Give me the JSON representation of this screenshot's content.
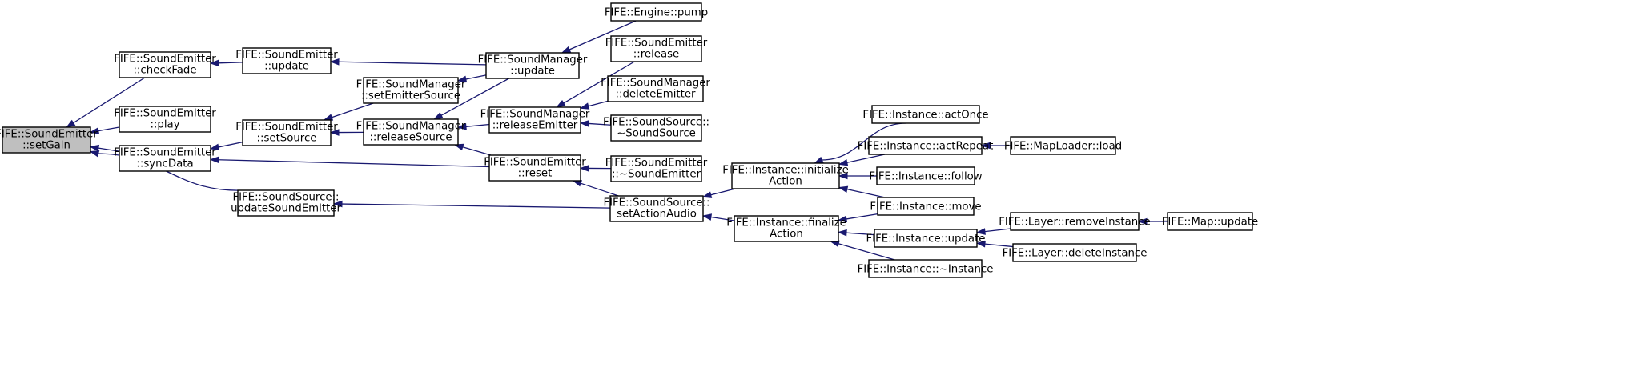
{
  "colors": {
    "node_fill": "#ffffff",
    "focus_fill": "#bfbfbf",
    "border": "#000000",
    "edge": "#191970"
  },
  "nodes": [
    {
      "id": "setGain",
      "lines": [
        "FIFE::SoundEmitter",
        "::setGain"
      ],
      "focus": true
    },
    {
      "id": "checkFade",
      "lines": [
        "FIFE::SoundEmitter",
        "::checkFade"
      ]
    },
    {
      "id": "play",
      "lines": [
        "FIFE::SoundEmitter",
        "::play"
      ]
    },
    {
      "id": "syncData",
      "lines": [
        "FIFE::SoundEmitter",
        "::syncData"
      ]
    },
    {
      "id": "updateSoundEmitter",
      "lines": [
        "FIFE::SoundSource::",
        "updateSoundEmitter"
      ]
    },
    {
      "id": "emitterUpdate",
      "lines": [
        "FIFE::SoundEmitter",
        "::update"
      ]
    },
    {
      "id": "setSource",
      "lines": [
        "FIFE::SoundEmitter",
        "::setSource"
      ]
    },
    {
      "id": "setEmitterSource",
      "lines": [
        "FIFE::SoundManager",
        "::setEmitterSource"
      ]
    },
    {
      "id": "releaseSource",
      "lines": [
        "FIFE::SoundManager",
        "::releaseSource"
      ]
    },
    {
      "id": "managerUpdate",
      "lines": [
        "FIFE::SoundManager",
        "::update"
      ]
    },
    {
      "id": "releaseEmitter",
      "lines": [
        "FIFE::SoundManager",
        "::releaseEmitter"
      ]
    },
    {
      "id": "reset",
      "lines": [
        "FIFE::SoundEmitter",
        "::reset"
      ]
    },
    {
      "id": "setActionAudio",
      "lines": [
        "FIFE::SoundSource::",
        "setActionAudio"
      ]
    },
    {
      "id": "enginePump",
      "lines": [
        "FIFE::Engine::pump"
      ]
    },
    {
      "id": "emitterRelease",
      "lines": [
        "FIFE::SoundEmitter",
        "::release"
      ]
    },
    {
      "id": "deleteEmitter",
      "lines": [
        "FIFE::SoundManager",
        "::deleteEmitter"
      ]
    },
    {
      "id": "sourceDtor",
      "lines": [
        "FIFE::SoundSource::",
        "~SoundSource"
      ]
    },
    {
      "id": "emitterDtor",
      "lines": [
        "FIFE::SoundEmitter",
        "::~SoundEmitter"
      ]
    },
    {
      "id": "initializeAction",
      "lines": [
        "FIFE::Instance::initialize",
        "Action"
      ]
    },
    {
      "id": "finalizeAction",
      "lines": [
        "FIFE::Instance::finalize",
        "Action"
      ]
    },
    {
      "id": "actOnce",
      "lines": [
        "FIFE::Instance::actOnce"
      ]
    },
    {
      "id": "actRepeat",
      "lines": [
        "FIFE::Instance::actRepeat"
      ]
    },
    {
      "id": "follow",
      "lines": [
        "FIFE::Instance::follow"
      ]
    },
    {
      "id": "move",
      "lines": [
        "FIFE::Instance::move"
      ]
    },
    {
      "id": "instanceUpdate",
      "lines": [
        "FIFE::Instance::update"
      ]
    },
    {
      "id": "instanceDtor",
      "lines": [
        "FIFE::Instance::~Instance"
      ]
    },
    {
      "id": "mapLoaderLoad",
      "lines": [
        "FIFE::MapLoader::load"
      ]
    },
    {
      "id": "removeInstance",
      "lines": [
        "FIFE::Layer::removeInstance"
      ]
    },
    {
      "id": "deleteInstance",
      "lines": [
        "FIFE::Layer::deleteInstance"
      ]
    },
    {
      "id": "mapUpdate",
      "lines": [
        "FIFE::Map::update"
      ]
    }
  ],
  "edges": [
    {
      "from": "checkFade",
      "to": "setGain"
    },
    {
      "from": "play",
      "to": "setGain"
    },
    {
      "from": "syncData",
      "to": "setGain"
    },
    {
      "from": "updateSoundEmitter",
      "to": "setGain"
    },
    {
      "from": "emitterUpdate",
      "to": "checkFade"
    },
    {
      "from": "setSource",
      "to": "syncData"
    },
    {
      "from": "reset",
      "to": "syncData"
    },
    {
      "from": "setActionAudio",
      "to": "updateSoundEmitter"
    },
    {
      "from": "managerUpdate",
      "to": "emitterUpdate"
    },
    {
      "from": "setEmitterSource",
      "to": "setSource"
    },
    {
      "from": "releaseSource",
      "to": "setSource"
    },
    {
      "from": "managerUpdate",
      "to": "setEmitterSource"
    },
    {
      "from": "managerUpdate",
      "to": "releaseSource"
    },
    {
      "from": "releaseEmitter",
      "to": "releaseSource"
    },
    {
      "from": "reset",
      "to": "releaseSource"
    },
    {
      "from": "enginePump",
      "to": "managerUpdate"
    },
    {
      "from": "emitterRelease",
      "to": "releaseEmitter"
    },
    {
      "from": "deleteEmitter",
      "to": "releaseEmitter"
    },
    {
      "from": "sourceDtor",
      "to": "releaseEmitter"
    },
    {
      "from": "emitterDtor",
      "to": "reset"
    },
    {
      "from": "setActionAudio",
      "to": "reset"
    },
    {
      "from": "initializeAction",
      "to": "setActionAudio"
    },
    {
      "from": "finalizeAction",
      "to": "setActionAudio"
    },
    {
      "from": "actOnce",
      "to": "initializeAction"
    },
    {
      "from": "actRepeat",
      "to": "initializeAction"
    },
    {
      "from": "follow",
      "to": "initializeAction"
    },
    {
      "from": "move",
      "to": "initializeAction"
    },
    {
      "from": "move",
      "to": "finalizeAction"
    },
    {
      "from": "instanceUpdate",
      "to": "finalizeAction"
    },
    {
      "from": "instanceDtor",
      "to": "finalizeAction"
    },
    {
      "from": "mapLoaderLoad",
      "to": "actRepeat"
    },
    {
      "from": "removeInstance",
      "to": "instanceUpdate"
    },
    {
      "from": "deleteInstance",
      "to": "instanceUpdate"
    },
    {
      "from": "mapUpdate",
      "to": "removeInstance"
    }
  ]
}
